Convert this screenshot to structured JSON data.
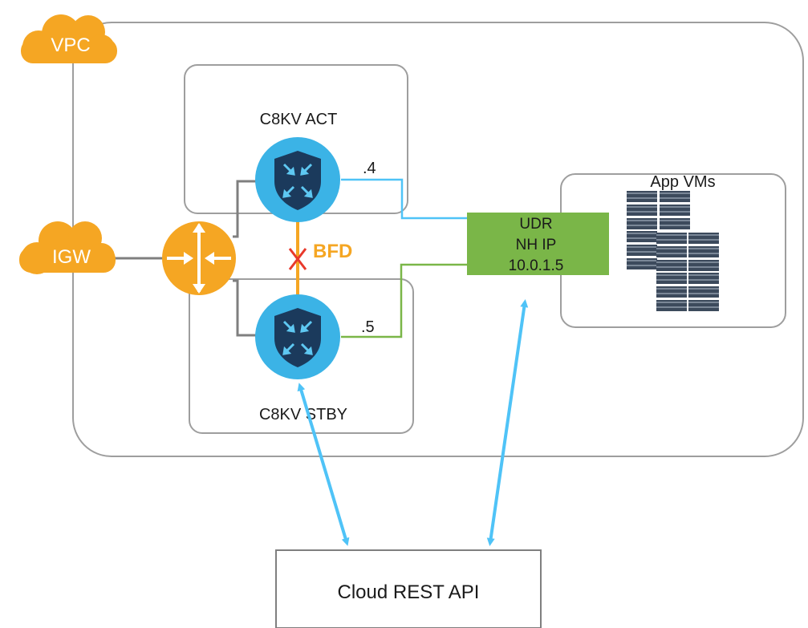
{
  "clouds": {
    "vpc": {
      "label": "VPC"
    },
    "igw": {
      "label": "IGW"
    }
  },
  "routers": {
    "active": {
      "label": "C8KV ACT",
      "interface": ".4"
    },
    "standby": {
      "label": "C8KV STBY",
      "interface": ".5"
    }
  },
  "bfd": {
    "label": "BFD"
  },
  "udr": {
    "line1": "UDR",
    "line2": "NH IP",
    "line3": "10.0.1.5"
  },
  "app_vms": {
    "label": "App VMs"
  },
  "api": {
    "label": "Cloud REST API"
  },
  "colors": {
    "cloud": "#f5a623",
    "router": "#3bb3e6",
    "shield": "#1b3a5c",
    "udr": "#7ab648",
    "bfd": "#f5a623",
    "bfd_x": "#e8392b",
    "link_active": "#4fc3f7",
    "link_standby": "#7ab648",
    "arrow": "#4fc3f7",
    "border": "#9e9e9e"
  }
}
